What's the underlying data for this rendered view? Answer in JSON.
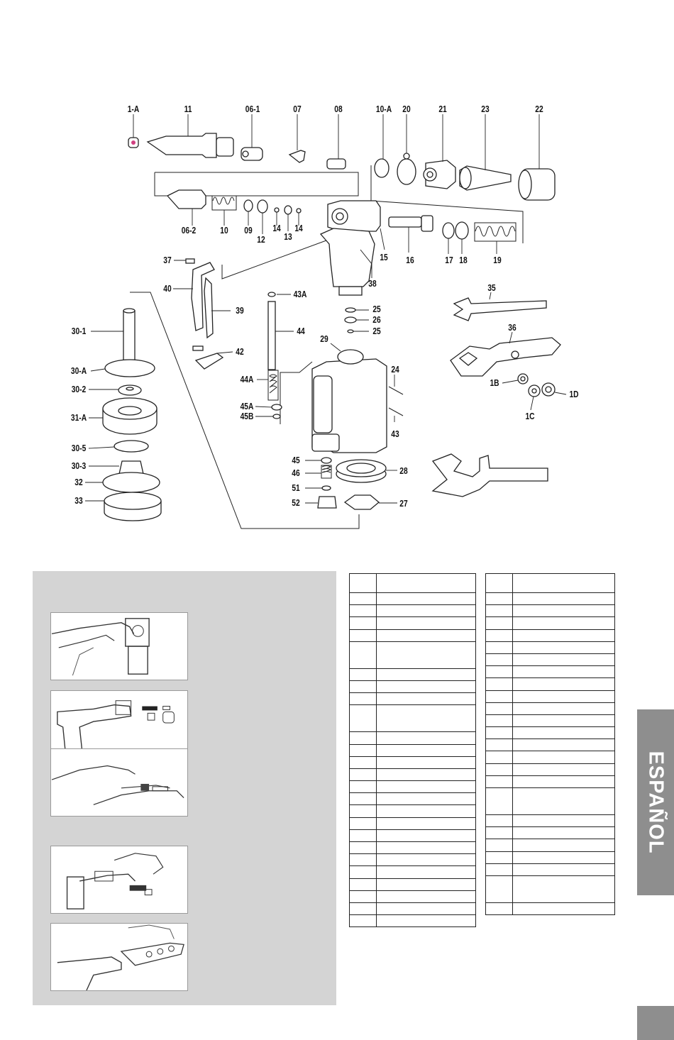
{
  "diagram": {
    "labels": [
      {
        "id": "1-a",
        "text": "1-A"
      },
      {
        "id": "11",
        "text": "11"
      },
      {
        "id": "06-1",
        "text": "06-1"
      },
      {
        "id": "07",
        "text": "07"
      },
      {
        "id": "08",
        "text": "08"
      },
      {
        "id": "10-a",
        "text": "10-A"
      },
      {
        "id": "20",
        "text": "20"
      },
      {
        "id": "21",
        "text": "21"
      },
      {
        "id": "23",
        "text": "23"
      },
      {
        "id": "22",
        "text": "22"
      },
      {
        "id": "06-2",
        "text": "06-2"
      },
      {
        "id": "10",
        "text": "10"
      },
      {
        "id": "09",
        "text": "09"
      },
      {
        "id": "12",
        "text": "12"
      },
      {
        "id": "14a",
        "text": "14"
      },
      {
        "id": "13",
        "text": "13"
      },
      {
        "id": "14b",
        "text": "14"
      },
      {
        "id": "15",
        "text": "15"
      },
      {
        "id": "16",
        "text": "16"
      },
      {
        "id": "17",
        "text": "17"
      },
      {
        "id": "18",
        "text": "18"
      },
      {
        "id": "19",
        "text": "19"
      },
      {
        "id": "37",
        "text": "37"
      },
      {
        "id": "38",
        "text": "38"
      },
      {
        "id": "40",
        "text": "40"
      },
      {
        "id": "43a",
        "text": "43A"
      },
      {
        "id": "35",
        "text": "35"
      },
      {
        "id": "39",
        "text": "39"
      },
      {
        "id": "25a",
        "text": "25"
      },
      {
        "id": "26",
        "text": "26"
      },
      {
        "id": "25b",
        "text": "25"
      },
      {
        "id": "30-1",
        "text": "30-1"
      },
      {
        "id": "44",
        "text": "44"
      },
      {
        "id": "36",
        "text": "36"
      },
      {
        "id": "29",
        "text": "29"
      },
      {
        "id": "42",
        "text": "42"
      },
      {
        "id": "30-a",
        "text": "30-A"
      },
      {
        "id": "24",
        "text": "24"
      },
      {
        "id": "44a",
        "text": "44A"
      },
      {
        "id": "1b",
        "text": "1B"
      },
      {
        "id": "30-2",
        "text": "30-2"
      },
      {
        "id": "1d",
        "text": "1D"
      },
      {
        "id": "45a",
        "text": "45A"
      },
      {
        "id": "45b",
        "text": "45B"
      },
      {
        "id": "31-a",
        "text": "31-A"
      },
      {
        "id": "1c",
        "text": "1C"
      },
      {
        "id": "43",
        "text": "43"
      },
      {
        "id": "30-5",
        "text": "30-5"
      },
      {
        "id": "45",
        "text": "45"
      },
      {
        "id": "30-3",
        "text": "30-3"
      },
      {
        "id": "28",
        "text": "28"
      },
      {
        "id": "46",
        "text": "46"
      },
      {
        "id": "32",
        "text": "32"
      },
      {
        "id": "51",
        "text": "51"
      },
      {
        "id": "33",
        "text": "33"
      },
      {
        "id": "52",
        "text": "52"
      },
      {
        "id": "27",
        "text": "27"
      }
    ]
  },
  "side_tab": {
    "label": "ESPAÑOL"
  },
  "colors": {
    "panel": "#d4d4d4",
    "tab": "#8e8e8e",
    "line": "#222222"
  }
}
